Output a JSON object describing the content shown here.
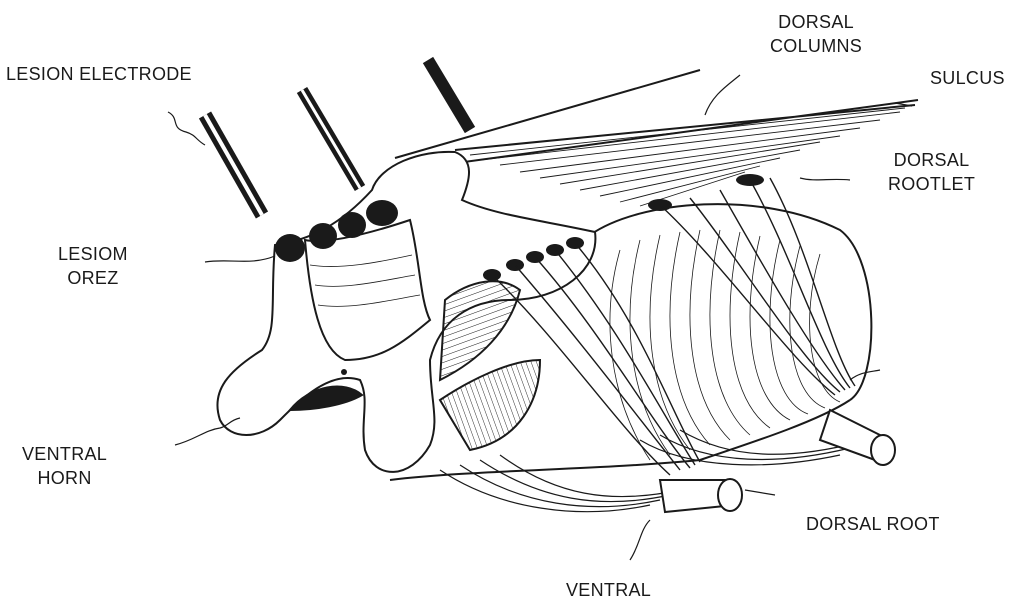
{
  "colors": {
    "ink": "#1a1a1a",
    "paper": "#ffffff"
  },
  "labels": {
    "lesion_electrode": "LESION  ELECTRODE",
    "dorsal_columns": [
      "DORSAL",
      "COLUMNS"
    ],
    "sulcus": "SULCUS",
    "dorsal_rootlet": [
      "DORSAL",
      "ROOTLET"
    ],
    "lesion_drez": [
      "LESIOM",
      "OREZ"
    ],
    "ventral_horn": [
      "VENTRAL",
      "HORN"
    ],
    "dorsal_root": "DORSAL  ROOT",
    "ventral": "VENTRAL"
  }
}
